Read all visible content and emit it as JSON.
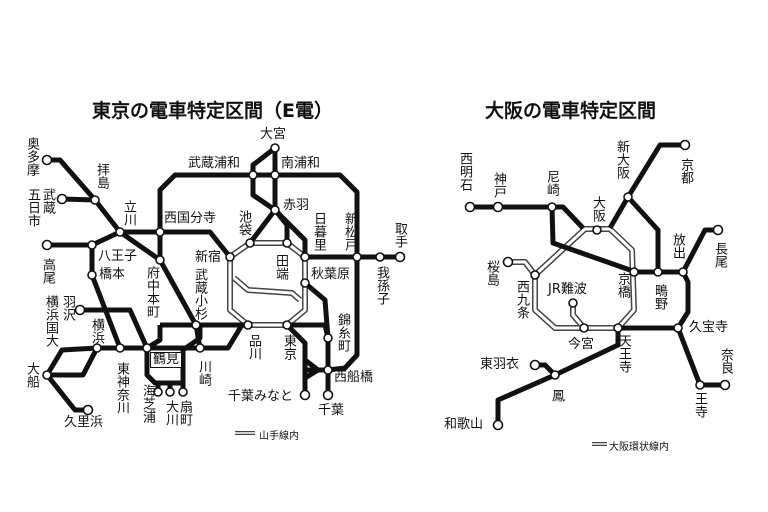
{
  "tokyo": {
    "title": "東京の電車特定区間（E電）",
    "legend": "山手線内",
    "stations": {
      "okutama": "奥多摩",
      "haijima": "拝島",
      "musashi_itsukaichi": [
        "武蔵",
        "五日市"
      ],
      "tachikawa": "立川",
      "takao": "高尾",
      "hachioji": "八王子",
      "hashimoto": "橋本",
      "fuchuhommachi": "府中本町",
      "nishikokubunji": "西国分寺",
      "musashiurawa": "武蔵浦和",
      "minamiurawa": "南浦和",
      "omiya": "大宮",
      "akabane": "赤羽",
      "ikebukuro": "池袋",
      "nippori": "日暮里",
      "tabata": "田端",
      "shinmatsudo": "新松戸",
      "abiko": "我孫子",
      "toride": "取手",
      "shinjuku": "新宿",
      "akihabara": "秋葉原",
      "musashikosugi": "武蔵小杉",
      "shinagawa": "品川",
      "tokyo": "東京",
      "kinshicho": "錦糸町",
      "nishifunabashi": "西船橋",
      "chiba": "千葉",
      "chibaminato": "千葉みなと",
      "hazawa": [
        "羽沢",
        "横浜国大"
      ],
      "yokohama": "横浜",
      "higashikanagawa": "東神奈川",
      "tsurumi": "鶴見",
      "kawasaki": "川崎",
      "umishibaura": "海芝浦",
      "okawa": "大川",
      "ogimachi": "扇町",
      "ofuna": "大船",
      "kurihama": "久里浜"
    }
  },
  "osaka": {
    "title": "大阪の電車特定区間",
    "legend": "大阪環状線内",
    "stations": {
      "nishiakashi": "西明石",
      "kobe": "神戸",
      "amagasaki": "尼崎",
      "osaka": "大阪",
      "shinosaka": "新大阪",
      "kyoto": "京都",
      "kyobashi": "京橋",
      "shigino": "鴫野",
      "hanaten": "放出",
      "nagao": "長尾",
      "sakurajima": "桜島",
      "nishikujo": "西九条",
      "jrnamba": "JR難波",
      "imamiya": "今宮",
      "tennoji": "天王寺",
      "kyuhoji": "久宝寺",
      "nara": "奈良",
      "oji": "王寺",
      "higashihagoromo": "東羽衣",
      "otori": "鳳",
      "wakayama": "和歌山"
    }
  }
}
